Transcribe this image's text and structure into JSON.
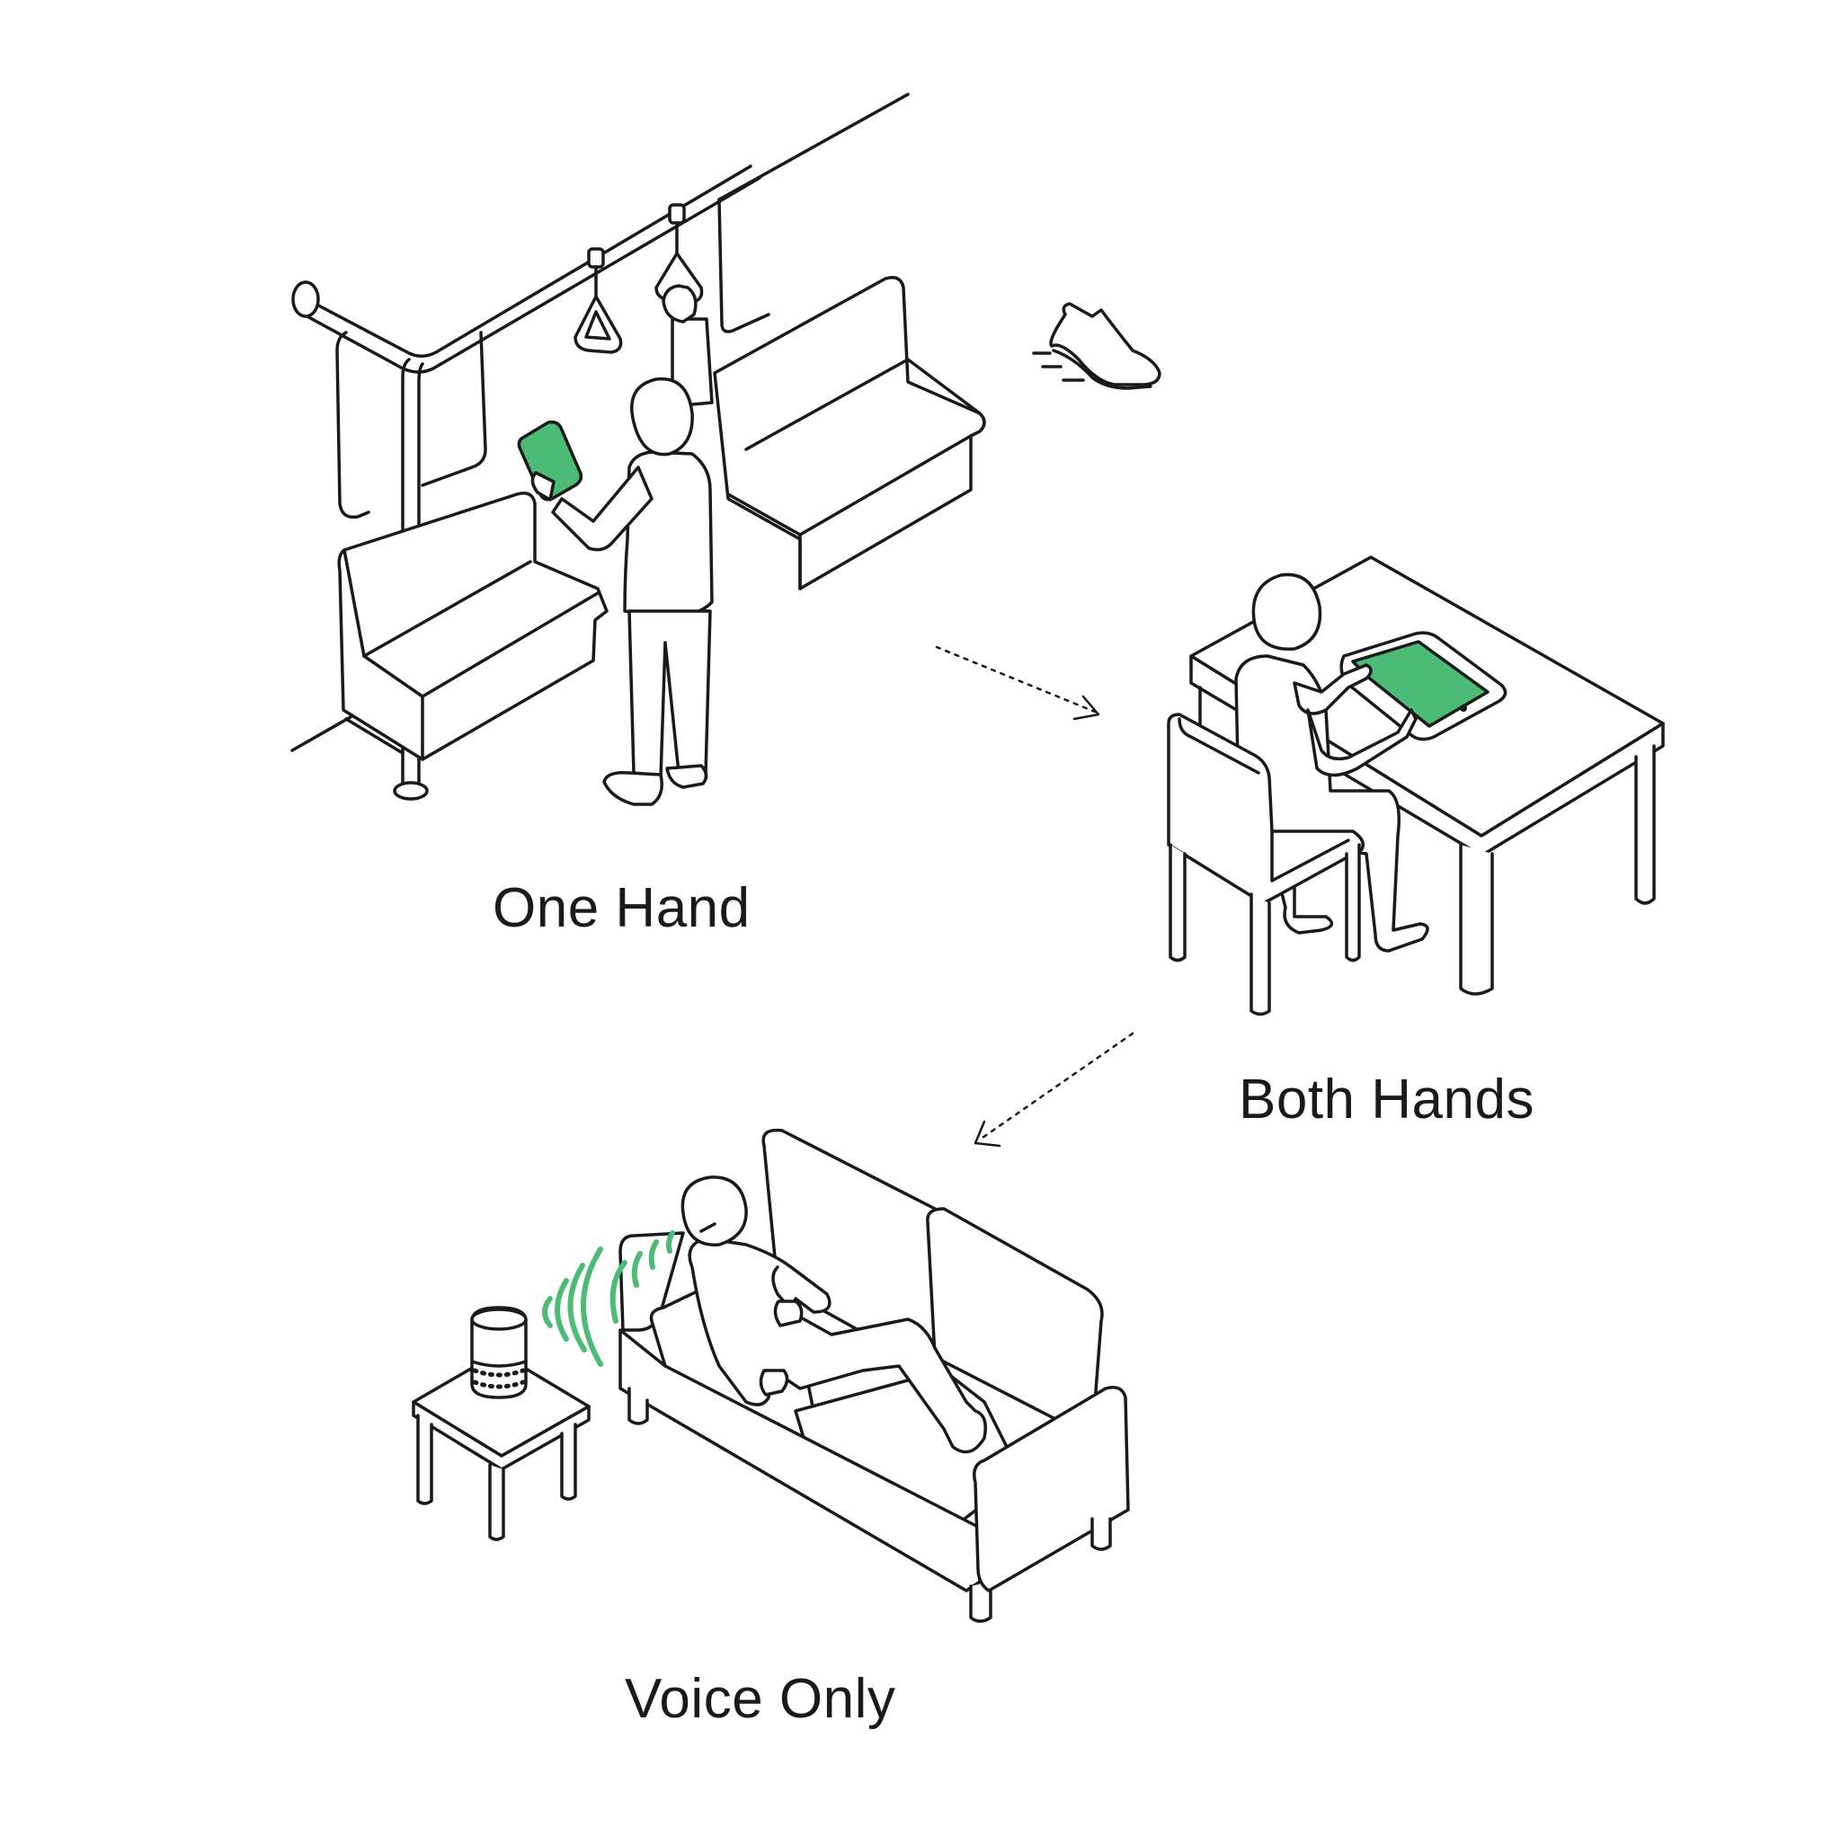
{
  "scenes": {
    "one_hand": {
      "label": "One Hand"
    },
    "both_hands": {
      "label": "Both Hands"
    },
    "voice_only": {
      "label": "Voice Only"
    }
  },
  "colors": {
    "accent_green": "#4cbb76",
    "ink": "#1a1a1a",
    "background": "#ffffff"
  },
  "icons": [
    "running-shoe-icon",
    "smart-speaker-icon",
    "sound-wave-icon",
    "smartphone-icon",
    "tablet-icon"
  ]
}
